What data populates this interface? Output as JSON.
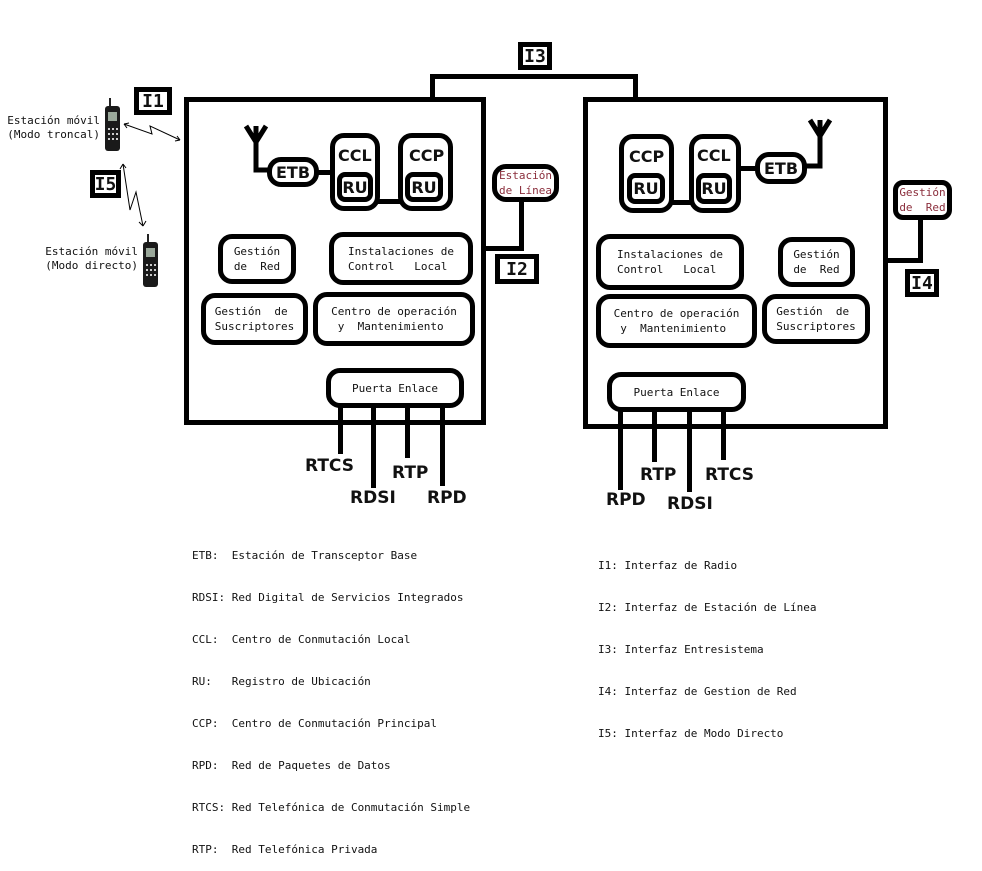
{
  "interfaces": {
    "i1": "I1",
    "i2": "I2",
    "i3": "I3",
    "i4": "I4",
    "i5": "I5"
  },
  "mobile_stations": {
    "trunk": "Estación móvil\n(Modo troncal)",
    "direct": "Estación móvil\n(Modo directo)"
  },
  "system_left": {
    "etb": "ETB",
    "ccl": "CCL",
    "ccp": "CCP",
    "ru": "RU",
    "network_mgmt": "Gestión\nde  Red",
    "local_control": "Instalaciones de\nControl   Local",
    "subscriber_mgmt": "Gestión  de\nSuscriptores",
    "ops_center": "Centro de operación\n y  Mantenimiento",
    "gateway": "Puerta Enlace",
    "networks": [
      "RTCS",
      "RDSI",
      "RTP",
      "RPD"
    ]
  },
  "system_right": {
    "etb": "ETB",
    "ccl": "CCL",
    "ccp": "CCP",
    "ru": "RU",
    "network_mgmt": "Gestión\nde  Red",
    "local_control": "Instalaciones de\nControl   Local",
    "subscriber_mgmt": "Gestión  de\nSuscriptores",
    "ops_center": "Centro de operación\n y  Mantenimiento",
    "gateway": "Puerta Enlace",
    "networks": [
      "RPD",
      "RTP",
      "RDSI",
      "RTCS"
    ]
  },
  "external": {
    "line_station": "Estación\nde Línea",
    "network_mgmt": "Gestión\nde  Red"
  },
  "legend_acronyms": [
    "ETB:  Estación de Transceptor Base",
    "RDSI: Red Digital de Servicios Integrados",
    "CCL:  Centro de Conmutación Local",
    "RU:   Registro de Ubicación",
    "CCP:  Centro de Conmutación Principal",
    "RPD:  Red de Paquetes de Datos",
    "RTCS: Red Telefónica de Conmutación Simple",
    "RTP:  Red Telefónica Privada"
  ],
  "legend_interfaces": [
    "I1: Interfaz de Radio",
    "I2: Interfaz de Estación de Línea",
    "I3: Interfaz Entresistema",
    "I4: Interfaz de Gestion de Red",
    "I5: Interfaz de Modo Directo"
  ],
  "colors": {
    "line": "#000000",
    "external_text": "#8b2e3c"
  }
}
